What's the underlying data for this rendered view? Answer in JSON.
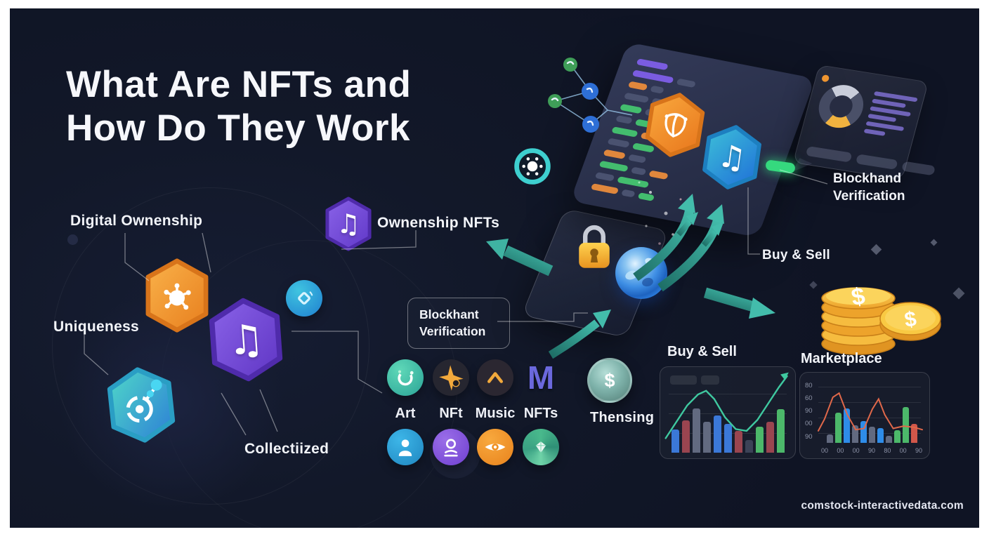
{
  "title": "What Are NFTs and How Do They Work",
  "watermark": "comstock-interactivedata.com",
  "labels": {
    "digital_ownership": "Digital Ownenship",
    "uniqueness": "Uniqueness",
    "collectiized": "Collectiized",
    "ownership_nfts": "Ownenship NFTs",
    "thensing": "Thensing",
    "buy_sell_right": "Buy & Sell"
  },
  "boxes": {
    "blockhant": {
      "line1": "Blockhant",
      "line2": "Verification"
    },
    "blockhand": {
      "line1": "Blockhand",
      "line2": "Verification"
    }
  },
  "icon_row1": [
    {
      "name": "art-loop-icon",
      "label": "Art"
    },
    {
      "name": "nft-star-icon",
      "label": "NFt"
    },
    {
      "name": "music-caret-icon",
      "label": "Music"
    },
    {
      "name": "nfts-m-icon",
      "label": "NFTs",
      "letter": "M"
    }
  ],
  "icon_row2": [
    {
      "name": "user-icon"
    },
    {
      "name": "profile-stamp-icon"
    },
    {
      "name": "eye-icon"
    },
    {
      "name": "gem-icon"
    }
  ],
  "coins": {
    "symbol": "$"
  },
  "thensing": {
    "symbol": "$"
  },
  "colors": {
    "background": "#121829",
    "accent_teal": "#2f9e93",
    "orange": "#f59a2b",
    "purple": "#7a52d6",
    "blue": "#2f86ea",
    "gold": "#f8c23c",
    "green_node": "#3f9e58",
    "blue_node": "#2e6fd6"
  },
  "charts": {
    "bar_colors": {
      "blue": "#3b78d8",
      "blue2": "#2e8ce8",
      "green": "#4cb86a",
      "red": "#9a4550",
      "red2": "#d1574a",
      "gray": "#626a80",
      "darkgray": "#3c4357"
    },
    "buy_sell": {
      "title": "Buy & Sell",
      "type": "bar+line",
      "bars": [
        {
          "v": 38,
          "c": "blue"
        },
        {
          "v": 52,
          "c": "red"
        },
        {
          "v": 72,
          "c": "gray"
        },
        {
          "v": 50,
          "c": "gray"
        },
        {
          "v": 60,
          "c": "blue"
        },
        {
          "v": 47,
          "c": "blue"
        },
        {
          "v": 35,
          "c": "red"
        },
        {
          "v": 20,
          "c": "darkgray"
        },
        {
          "v": 42,
          "c": "green"
        },
        {
          "v": 50,
          "c": "red"
        },
        {
          "v": 70,
          "c": "green"
        }
      ],
      "line": [
        [
          4,
          78
        ],
        [
          12,
          60
        ],
        [
          20,
          42
        ],
        [
          28,
          30
        ],
        [
          34,
          26
        ],
        [
          40,
          35
        ],
        [
          48,
          55
        ],
        [
          56,
          68
        ],
        [
          64,
          70
        ],
        [
          72,
          58
        ],
        [
          80,
          40
        ],
        [
          88,
          22
        ],
        [
          94,
          10
        ]
      ],
      "line_color": "#3fc9a0"
    },
    "marketplace": {
      "title": "Marketplace",
      "type": "bar+line",
      "y_ticks": [
        "80",
        "60",
        "90",
        "00",
        "90"
      ],
      "x_ticks": [
        "00",
        "00",
        "00",
        "90",
        "80",
        "00",
        "90"
      ],
      "bars": [
        {
          "v": 15,
          "c": "gray"
        },
        {
          "v": 52,
          "c": "green"
        },
        {
          "v": 60,
          "c": "blue2"
        },
        {
          "v": 30,
          "c": "gray"
        },
        {
          "v": 38,
          "c": "blue2"
        },
        {
          "v": 28,
          "c": "gray"
        },
        {
          "v": 26,
          "c": "blue2"
        },
        {
          "v": 12,
          "c": "gray"
        },
        {
          "v": 22,
          "c": "green"
        },
        {
          "v": 62,
          "c": "green"
        },
        {
          "v": 33,
          "c": "red2"
        }
      ],
      "line": [
        [
          0,
          82
        ],
        [
          6,
          62
        ],
        [
          14,
          25
        ],
        [
          20,
          18
        ],
        [
          28,
          55
        ],
        [
          36,
          80
        ],
        [
          44,
          78
        ],
        [
          52,
          45
        ],
        [
          58,
          28
        ],
        [
          64,
          55
        ],
        [
          72,
          78
        ],
        [
          82,
          74
        ],
        [
          92,
          76
        ],
        [
          100,
          80
        ]
      ],
      "line_color": "#e0684a"
    }
  },
  "decor": {
    "code_colors": {
      "purple": "#7a5ce0",
      "orange": "#e0873c",
      "green": "#43bd6e",
      "dim": "#4a5270"
    },
    "code_lines": [
      [
        "purple:44"
      ],
      [
        "purple:58",
        "dim:26"
      ],
      [
        "orange:26",
        "dim:18"
      ],
      [
        "dim:34",
        "dim:20",
        "green:16"
      ],
      [
        "green:30",
        "dim:40"
      ],
      [
        "dim:22",
        "green:38"
      ],
      [
        "green:36",
        "orange:22"
      ],
      [
        "dim:30",
        "green:30"
      ],
      [
        "orange:30",
        "dim:24"
      ],
      [
        "green:40",
        "dim:20",
        "orange:26"
      ],
      [
        "dim:26",
        "green:44"
      ],
      [
        "orange:38",
        "dim:18",
        "green:22"
      ]
    ],
    "bubble_lines": [
      62,
      48,
      58,
      40,
      54,
      30
    ],
    "bubble_footer": [
      64,
      58,
      46
    ]
  }
}
